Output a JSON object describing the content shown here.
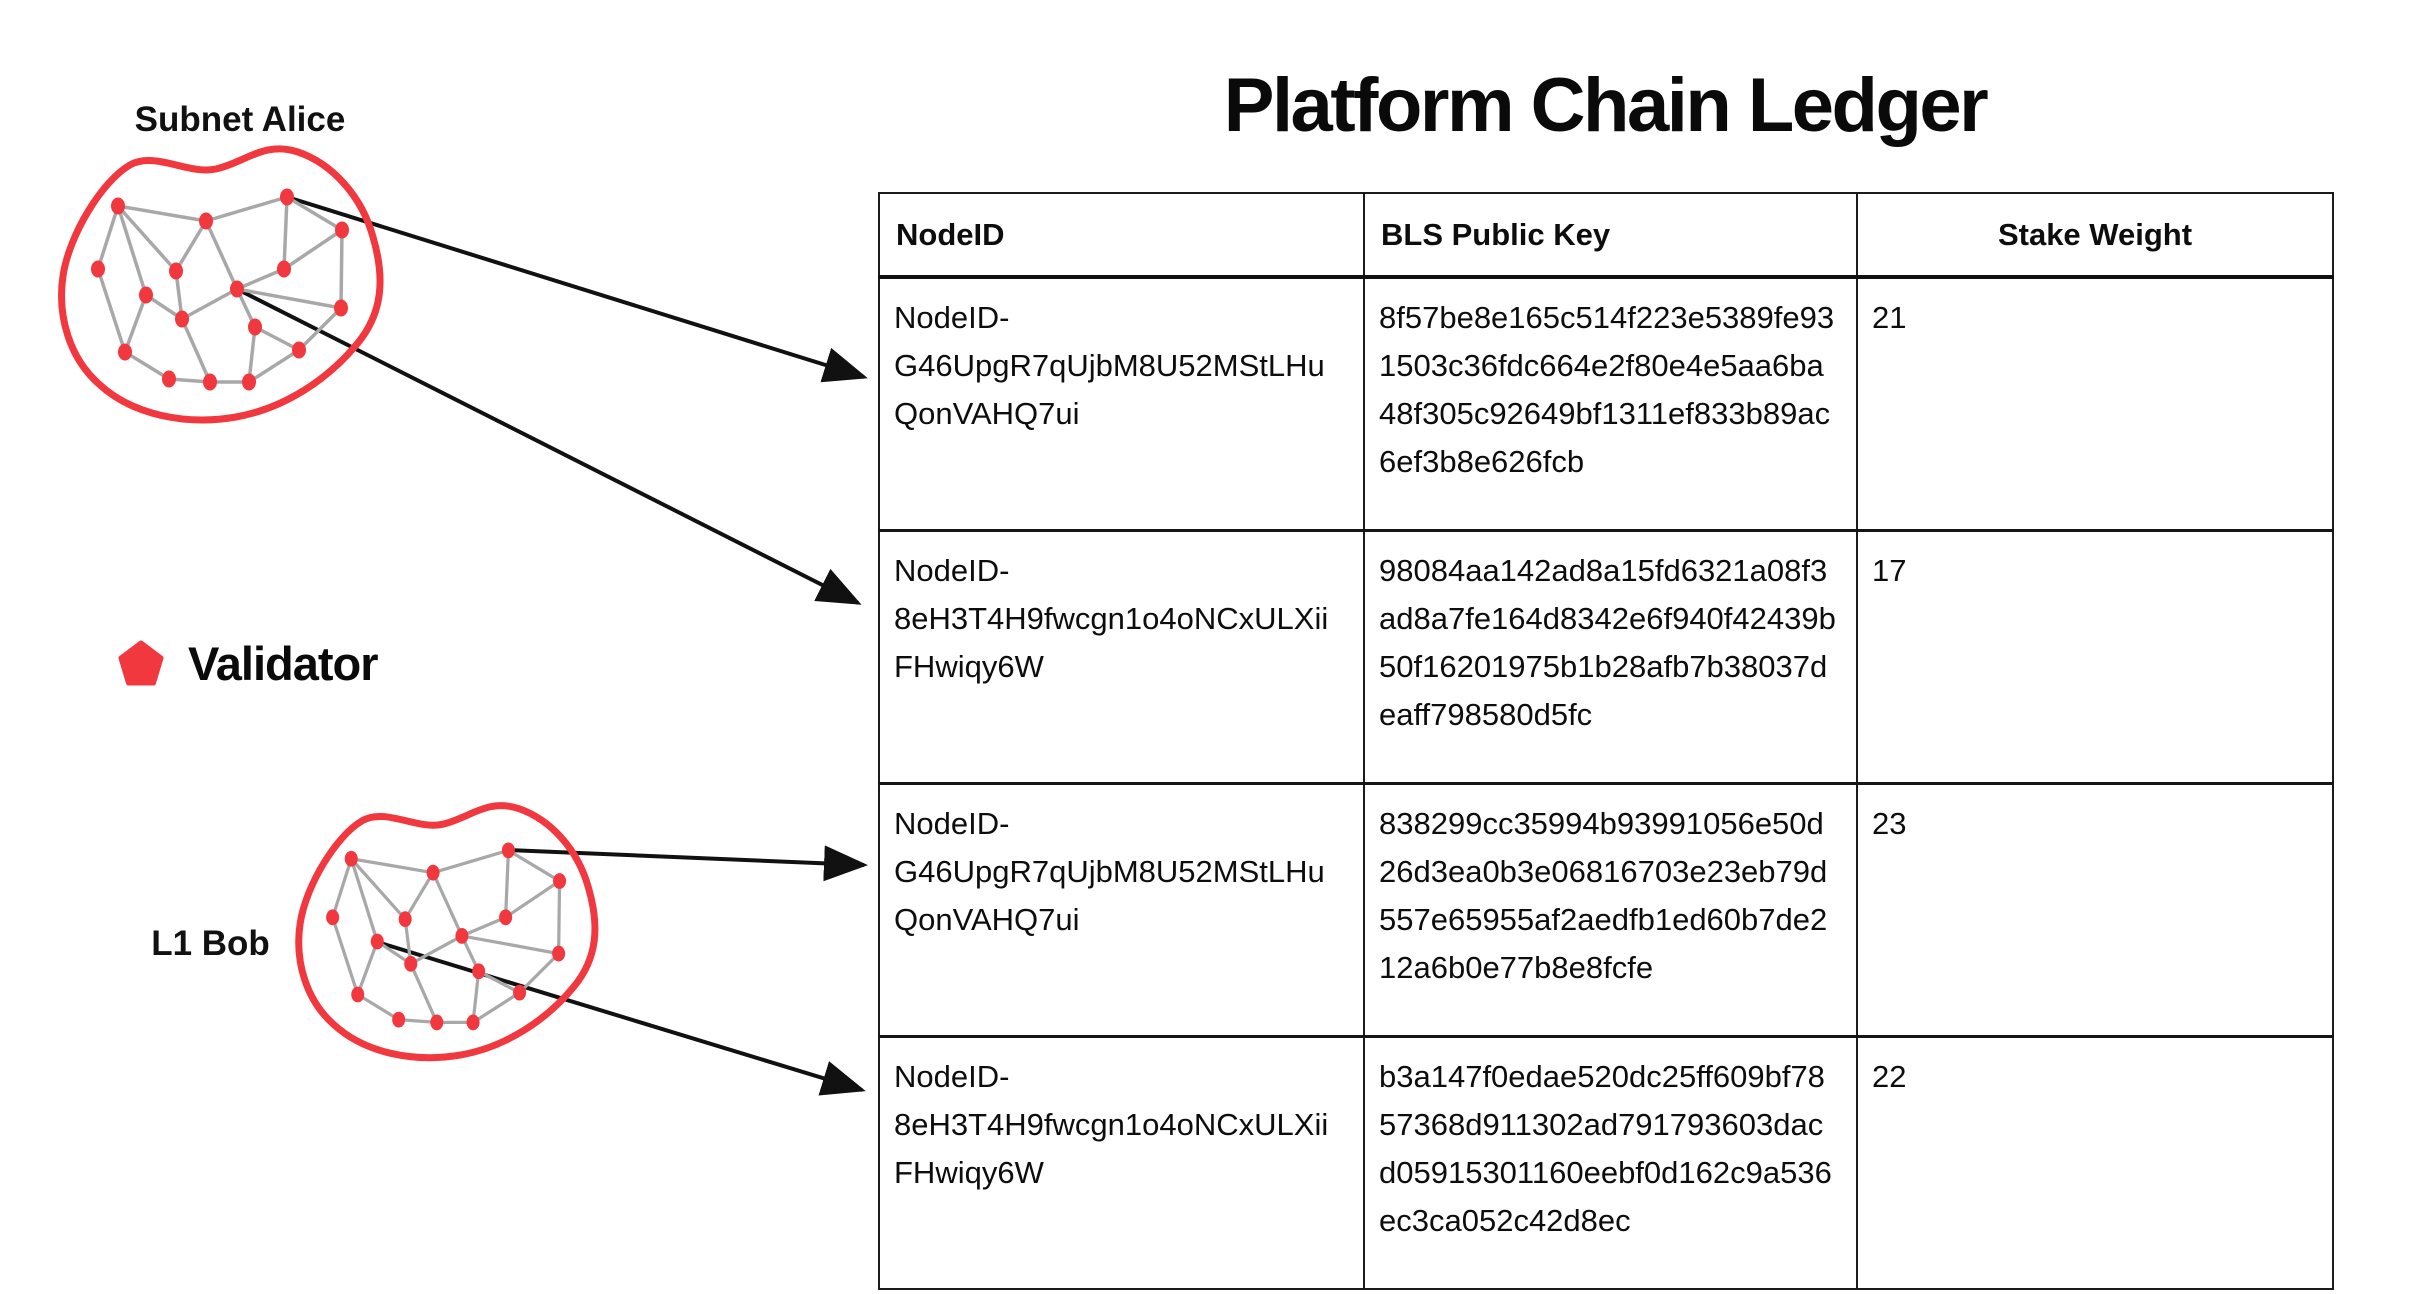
{
  "title": "Platform Chain Ledger",
  "diagram": {
    "subnet_alice": {
      "label": "Subnet Alice"
    },
    "l1_bob": {
      "label": "L1 Bob"
    },
    "legend": {
      "icon": "pentagon-icon",
      "label": "Validator"
    },
    "mappings": [
      {
        "from": "subnet-alice",
        "to_row": 1
      },
      {
        "from": "subnet-alice",
        "to_row": 2
      },
      {
        "from": "l1-bob",
        "to_row": 3
      },
      {
        "from": "l1-bob",
        "to_row": 4
      }
    ]
  },
  "colors": {
    "validator_red": "#f1383e",
    "network_edge_gray": "#a8a8a8",
    "arrow_black": "#111111",
    "table_border_black": "#1b1b1b"
  },
  "table": {
    "columns": [
      "NodeID",
      "BLS Public Key",
      "Stake Weight"
    ],
    "rows": [
      {
        "node_id": "NodeID-G46UpgR7qUjbM8U52MStLHuQonVAHQ7ui",
        "bls_public_key": "8f57be8e165c514f223e5389fe931503c36fdc664e2f80e4e5aa6ba48f305c92649bf1311ef833b89ac6ef3b8e626fcb",
        "stake_weight": "21"
      },
      {
        "node_id": "NodeID-8eH3T4H9fwcgn1o4oNCxULXiiFHwiqy6W",
        "bls_public_key": "98084aa142ad8a15fd6321a08f3ad8a7fe164d8342e6f940f42439b50f16201975b1b28afb7b38037deaff798580d5fc",
        "stake_weight": "17"
      },
      {
        "node_id": "NodeID-G46UpgR7qUjbM8U52MStLHuQonVAHQ7ui",
        "bls_public_key": "838299cc35994b93991056e50d26d3ea0b3e06816703e23eb79d557e65955af2aedfb1ed60b7de212a6b0e77b8e8fcfe",
        "stake_weight": "23"
      },
      {
        "node_id": "NodeID-8eH3T4H9fwcgn1o4oNCxULXiiFHwiqy6W",
        "bls_public_key": "b3a147f0edae520dc25ff609bf7857368d911302ad791793603dacd05915301160eebf0d162c9a536ec3ca052c42d8ec",
        "stake_weight": "22"
      }
    ]
  }
}
